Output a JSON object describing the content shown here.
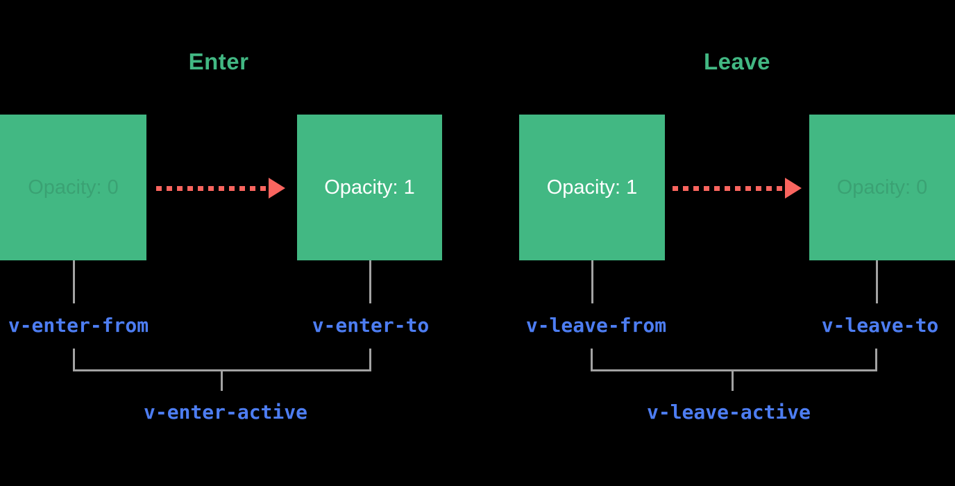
{
  "diagram": {
    "description": "Vue transition classes timeline diagram",
    "colors": {
      "background": "#000000",
      "box_green": "#42b883",
      "title_green": "#42b883",
      "arrow_red": "#f9655f",
      "connector_gray": "#a3a3a3",
      "class_label_blue": "#4d7df2",
      "box_text_white": "#ffffff",
      "box_text_faint": "rgba(0,0,0,0.12)"
    },
    "sections": [
      {
        "id": "enter",
        "title": "Enter",
        "from_box": {
          "label": "Opacity: 0",
          "emphasis": "faint"
        },
        "to_box": {
          "label": "Opacity: 1",
          "emphasis": "visible"
        },
        "from_class": "v-enter-from",
        "to_class": "v-enter-to",
        "active_class": "v-enter-active"
      },
      {
        "id": "leave",
        "title": "Leave",
        "from_box": {
          "label": "Opacity: 1",
          "emphasis": "visible"
        },
        "to_box": {
          "label": "Opacity: 0",
          "emphasis": "faint"
        },
        "from_class": "v-leave-from",
        "to_class": "v-leave-to",
        "active_class": "v-leave-active"
      }
    ]
  }
}
